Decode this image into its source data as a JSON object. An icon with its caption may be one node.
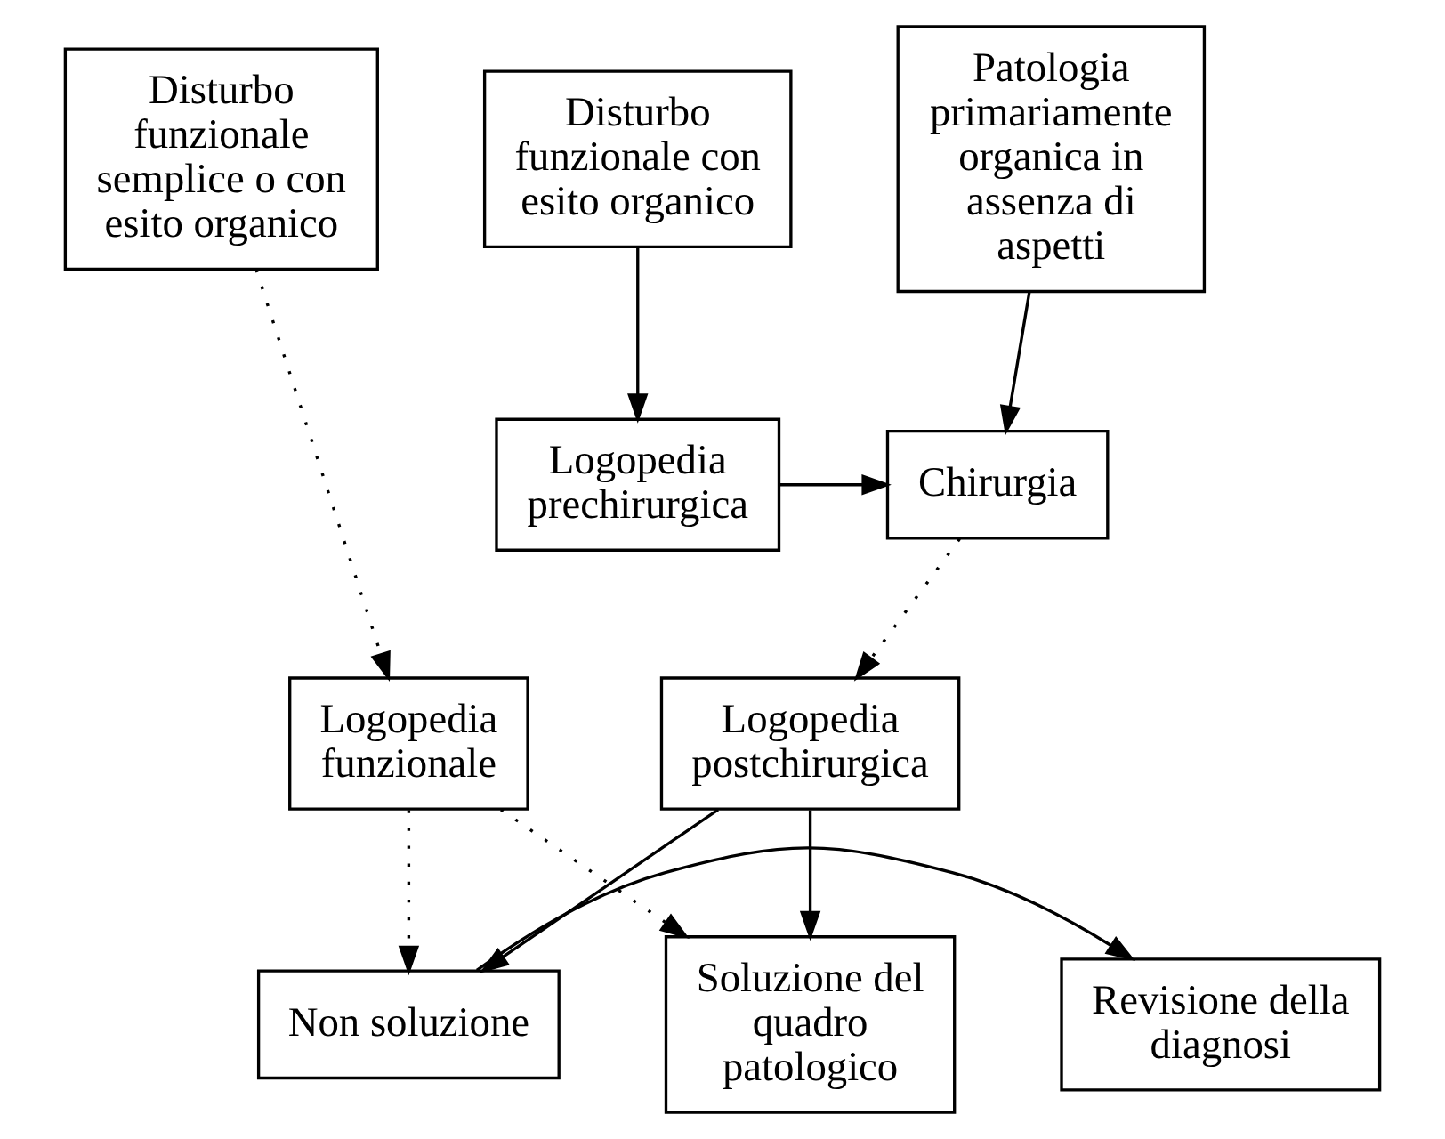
{
  "diagram": {
    "nodes": [
      {
        "text": [
          "Disturbo funzionale semplice o con esito organico"
        ]
      },
      {
        "text": [
          "Disturbo funzionale con esito organico"
        ]
      },
      {
        "text": [
          "Patologia primariamente organica in assenza di aspetti"
        ]
      },
      {
        "text": [
          "Logopedia prechirurgica"
        ]
      },
      {
        "text": [
          "Chirurgia"
        ]
      },
      {
        "text": [
          "Logopedia funzionale"
        ]
      },
      {
        "text": [
          "Logopedia postchirurgica"
        ]
      },
      {
        "text": [
          "Revisione della diagnosi"
        ]
      },
      {
        "text": [
          "Soluzione del quadro patologico"
        ]
      },
      {
        "text": [
          "Non soluzione"
        ]
      }
    ],
    "edges": [
      {
        "from": 0,
        "to": 5,
        "arrow": "to",
        "style": "dashed"
      },
      {
        "from": 1,
        "to": 3,
        "arrow": "to"
      },
      {
        "from": 2,
        "to": 4,
        "arrow": "to"
      },
      {
        "from": 3,
        "to": 4,
        "arrow": "to"
      },
      {
        "from": 4,
        "to": 6,
        "arrow": "to",
        "style": "dashed"
      },
      {
        "from": 5,
        "to": 8,
        "arrow": "to",
        "style": "dashed"
      },
      {
        "from": 5,
        "to": 9,
        "arrow": "to",
        "style": "dashed"
      },
      {
        "from": 6,
        "to": 8,
        "arrow": "to"
      },
      {
        "from": 6,
        "to": 9,
        "arrow": "to"
      },
      {
        "from": 9,
        "to": 7,
        "arrow": "to"
      }
    ]
  }
}
